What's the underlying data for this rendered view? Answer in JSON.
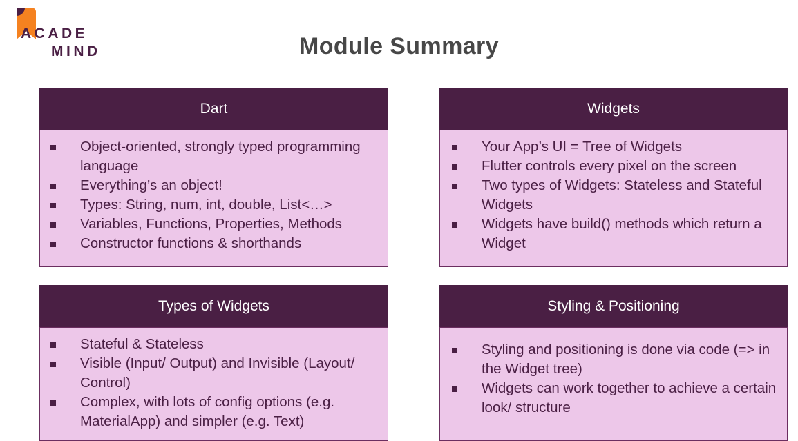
{
  "brand": {
    "name_line_1": "ACADE",
    "name_line_2": "MIND",
    "mark_icon": "academind-bookmark-icon",
    "mark_color_primary": "#F58220",
    "mark_color_accent": "#4A1F44"
  },
  "page": {
    "title": "Module Summary",
    "title_color": "#474747",
    "background": "#FFFFFF"
  },
  "theme": {
    "header_bg": "#4A1F44",
    "header_text": "#FFFFFF",
    "body_bg": "#EDC7E9",
    "body_text": "#4A1F44",
    "body_border": "#6B2E60",
    "bullet_glyph": "square-bullet"
  },
  "cards": [
    {
      "id": "dart",
      "title": "Dart",
      "bullets": [
        "Object-oriented, strongly typed programming language",
        "Everything’s an object!",
        "Types: String, num, int, double, List<…>",
        "Variables, Functions, Properties, Methods",
        "Constructor functions & shorthands"
      ]
    },
    {
      "id": "widgets",
      "title": "Widgets",
      "bullets": [
        "Your App’s UI = Tree of Widgets",
        "Flutter controls every pixel on the screen",
        "Two types of Widgets: Stateless and Stateful Widgets",
        "Widgets have build() methods which return a Widget"
      ]
    },
    {
      "id": "types",
      "title": "Types of Widgets",
      "bullets": [
        "Stateful & Stateless",
        "Visible (Input/ Output) and Invisible (Layout/ Control)",
        "Complex, with lots of config options (e.g. MaterialApp) and simpler (e.g. Text)"
      ]
    },
    {
      "id": "styling",
      "title": "Styling & Positioning",
      "bullets": [
        "Styling and positioning is done via code (=> in the Widget tree)",
        "Widgets can work together to achieve a certain look/ structure"
      ]
    }
  ]
}
